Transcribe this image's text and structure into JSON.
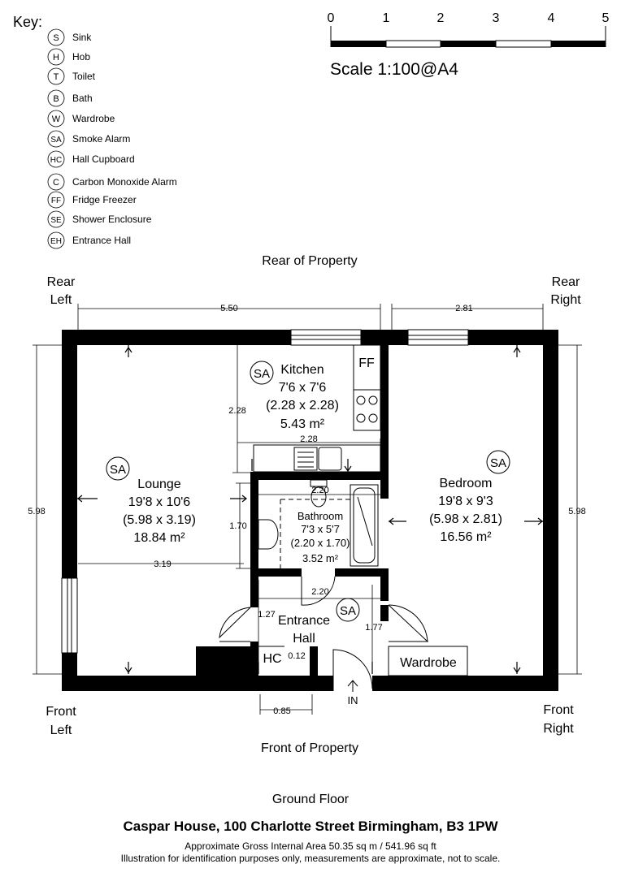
{
  "key": {
    "title": "Key:",
    "items": [
      {
        "abbr": "S",
        "label": "Sink"
      },
      {
        "abbr": "H",
        "label": "Hob"
      },
      {
        "abbr": "T",
        "label": "Toilet"
      },
      {
        "abbr": "B",
        "label": "Bath"
      },
      {
        "abbr": "W",
        "label": "Wardrobe"
      },
      {
        "abbr": "SA",
        "label": "Smoke Alarm"
      },
      {
        "abbr": "HC",
        "label": "Hall Cupboard"
      },
      {
        "abbr": "C",
        "label": "Carbon Monoxide Alarm"
      },
      {
        "abbr": "FF",
        "label": "Fridge Freezer"
      },
      {
        "abbr": "SE",
        "label": "Shower Enclosure"
      },
      {
        "abbr": "EH",
        "label": "Entrance Hall"
      }
    ]
  },
  "scale": {
    "ticks": [
      "0",
      "1",
      "2",
      "3",
      "4",
      "5"
    ],
    "label": "Scale 1:100@A4"
  },
  "orientation": {
    "rear": "Rear of Property",
    "front": "Front of Property",
    "rear_left_1": "Rear",
    "rear_left_2": "Left",
    "rear_right_1": "Rear",
    "rear_right_2": "Right",
    "front_left_1": "Front",
    "front_left_2": "Left",
    "front_right_1": "Front",
    "front_right_2": "Right"
  },
  "dimensions": {
    "top_left": "5.50",
    "top_right": "2.81",
    "left_side": "5.98",
    "right_side": "5.98",
    "kitchen_height": "2.28",
    "kitchen_width": "2.28",
    "bath_width": "2.20",
    "bath_height": "1.70",
    "lounge_width": "3.19",
    "hall_width": "2.20",
    "hall_left": "1.27",
    "hall_right": "1.77",
    "cupboard": "0.12",
    "door": "0.85"
  },
  "rooms": {
    "kitchen": {
      "name": "Kitchen",
      "imperial": "7'6 x 7'6",
      "metric": "(2.28 x 2.28)",
      "area": "5.43 m²"
    },
    "lounge": {
      "name": "Lounge",
      "imperial": "19'8 x 10'6",
      "metric": "(5.98 x 3.19)",
      "area": "18.84 m²"
    },
    "bedroom": {
      "name": "Bedroom",
      "imperial": "19'8 x 9'3",
      "metric": "(5.98 x 2.81)",
      "area": "16.56 m²"
    },
    "bathroom": {
      "name": "Bathroom",
      "imperial": "7'3 x 5'7",
      "metric": "(2.20 x 1.70)",
      "area": "3.52 m²"
    },
    "hall": {
      "name_1": "Entrance",
      "name_2": "Hall"
    }
  },
  "fixtures": {
    "sa": "SA",
    "ff": "FF",
    "hc": "HC",
    "wardrobe": "Wardrobe",
    "entry": "IN"
  },
  "footer": {
    "floor": "Ground Floor",
    "address": "Caspar House, 100 Charlotte Street Birmingham, B3 1PW",
    "area": "Approximate Gross Internal Area 50.35 sq m / 541.96 sq ft",
    "disclaimer": "Illustration for identification purposes only, measurements are approximate, not to scale."
  }
}
